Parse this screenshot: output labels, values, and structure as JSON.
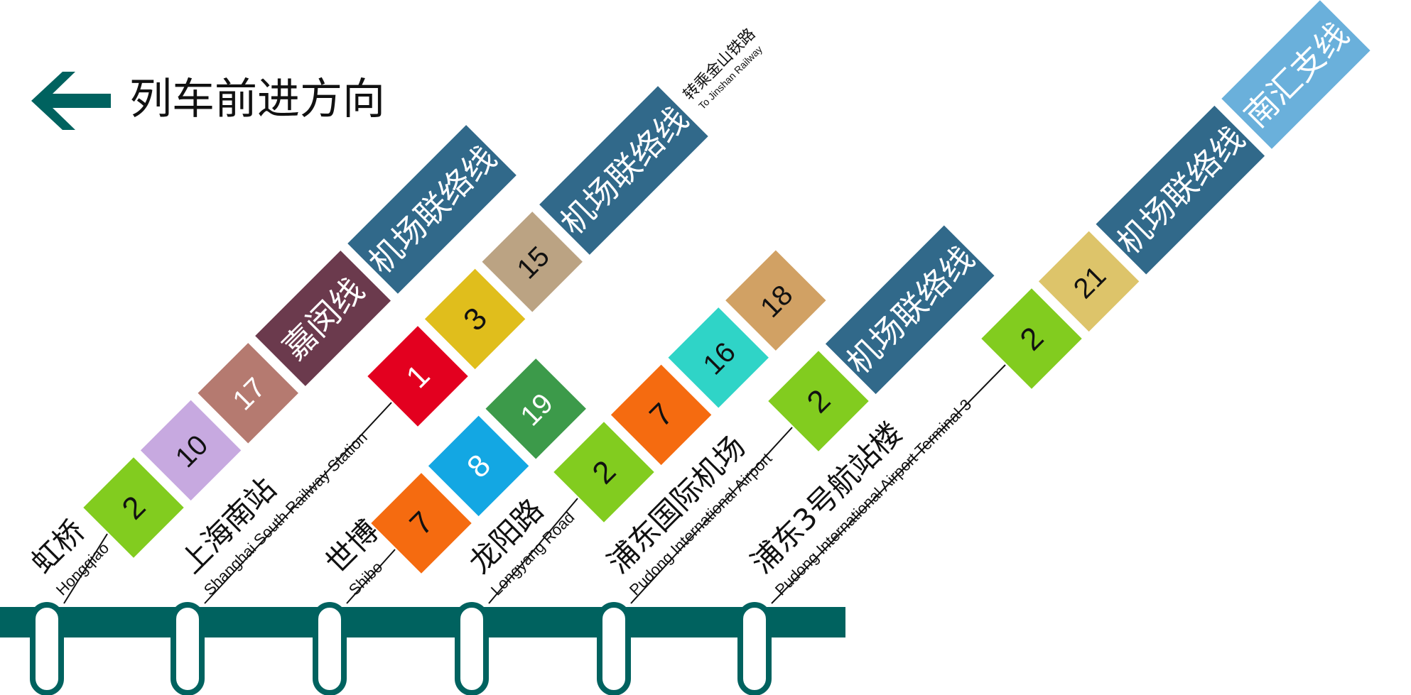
{
  "direction": {
    "label": "列车前进方向",
    "icon": "arrow-left-icon"
  },
  "colors": {
    "line_teal": "#00625f",
    "connector": "#111111",
    "line_2": "#82cc1f",
    "line_10": "#c7a9e0",
    "line_17": "#b57a70",
    "line_jiamin": "#6b3a4d",
    "airport_link": "#31698a",
    "line_1": "#e3001f",
    "line_3": "#e0be1c",
    "line_15": "#bba383",
    "line_7": "#f56b10",
    "line_8": "#13a7e3",
    "line_19": "#3c9a4a",
    "line_16": "#2fd4c7",
    "line_18": "#d1a164",
    "line_21": "#ddc46a",
    "nanhui_branch": "#6ab0db"
  },
  "stations": [
    {
      "zh": "虹桥",
      "en": "Hongqiao",
      "transfers": [
        {
          "text": "2",
          "kind": "metro",
          "color": "#82cc1f",
          "dark_text": true
        },
        {
          "text": "10",
          "kind": "metro",
          "color": "#c7a9e0",
          "dark_text": true
        },
        {
          "text": "17",
          "kind": "metro",
          "color": "#b57a70",
          "dark_text": false
        },
        {
          "text": "嘉闵线",
          "kind": "rail",
          "color": "#6b3a4d"
        },
        {
          "text": "机场联络线",
          "kind": "rail",
          "color": "#31698a"
        }
      ]
    },
    {
      "zh": "上海南站",
      "en": "Shanghai South Railway Station",
      "transfers": [
        {
          "text": "1",
          "kind": "metro",
          "color": "#e3001f",
          "dark_text": false
        },
        {
          "text": "3",
          "kind": "metro",
          "color": "#e0be1c",
          "dark_text": true
        },
        {
          "text": "15",
          "kind": "metro",
          "color": "#bba383",
          "dark_text": true
        },
        {
          "text": "机场联络线",
          "kind": "rail",
          "color": "#31698a"
        }
      ],
      "note": {
        "zh": "转乘金山铁路",
        "en": "To Jinshan Railway"
      }
    },
    {
      "zh": "世博",
      "en": "Shibo",
      "transfers": [
        {
          "text": "7",
          "kind": "metro",
          "color": "#f56b10",
          "dark_text": true
        },
        {
          "text": "8",
          "kind": "metro",
          "color": "#13a7e3",
          "dark_text": false
        },
        {
          "text": "19",
          "kind": "metro",
          "color": "#3c9a4a",
          "dark_text": false
        }
      ]
    },
    {
      "zh": "龙阳路",
      "en": "Longyang Road",
      "transfers": [
        {
          "text": "2",
          "kind": "metro",
          "color": "#82cc1f",
          "dark_text": true
        },
        {
          "text": "7",
          "kind": "metro",
          "color": "#f56b10",
          "dark_text": true
        },
        {
          "text": "16",
          "kind": "metro",
          "color": "#2fd4c7",
          "dark_text": true
        },
        {
          "text": "18",
          "kind": "metro",
          "color": "#d1a164",
          "dark_text": true
        }
      ]
    },
    {
      "zh": "浦东国际机场",
      "en": "Pudong International Airport",
      "transfers": [
        {
          "text": "2",
          "kind": "metro",
          "color": "#82cc1f",
          "dark_text": true
        },
        {
          "text": "机场联络线",
          "kind": "rail",
          "color": "#31698a"
        }
      ]
    },
    {
      "zh": "浦东3号航站楼",
      "en": "Pudong International Airport Terminal 3",
      "transfers": [
        {
          "text": "2",
          "kind": "metro",
          "color": "#82cc1f",
          "dark_text": true
        },
        {
          "text": "21",
          "kind": "metro",
          "color": "#ddc46a",
          "dark_text": true
        },
        {
          "text": "机场联络线",
          "kind": "rail",
          "color": "#31698a"
        },
        {
          "text": "南汇支线",
          "kind": "rail",
          "color": "#6ab0db"
        }
      ]
    }
  ]
}
